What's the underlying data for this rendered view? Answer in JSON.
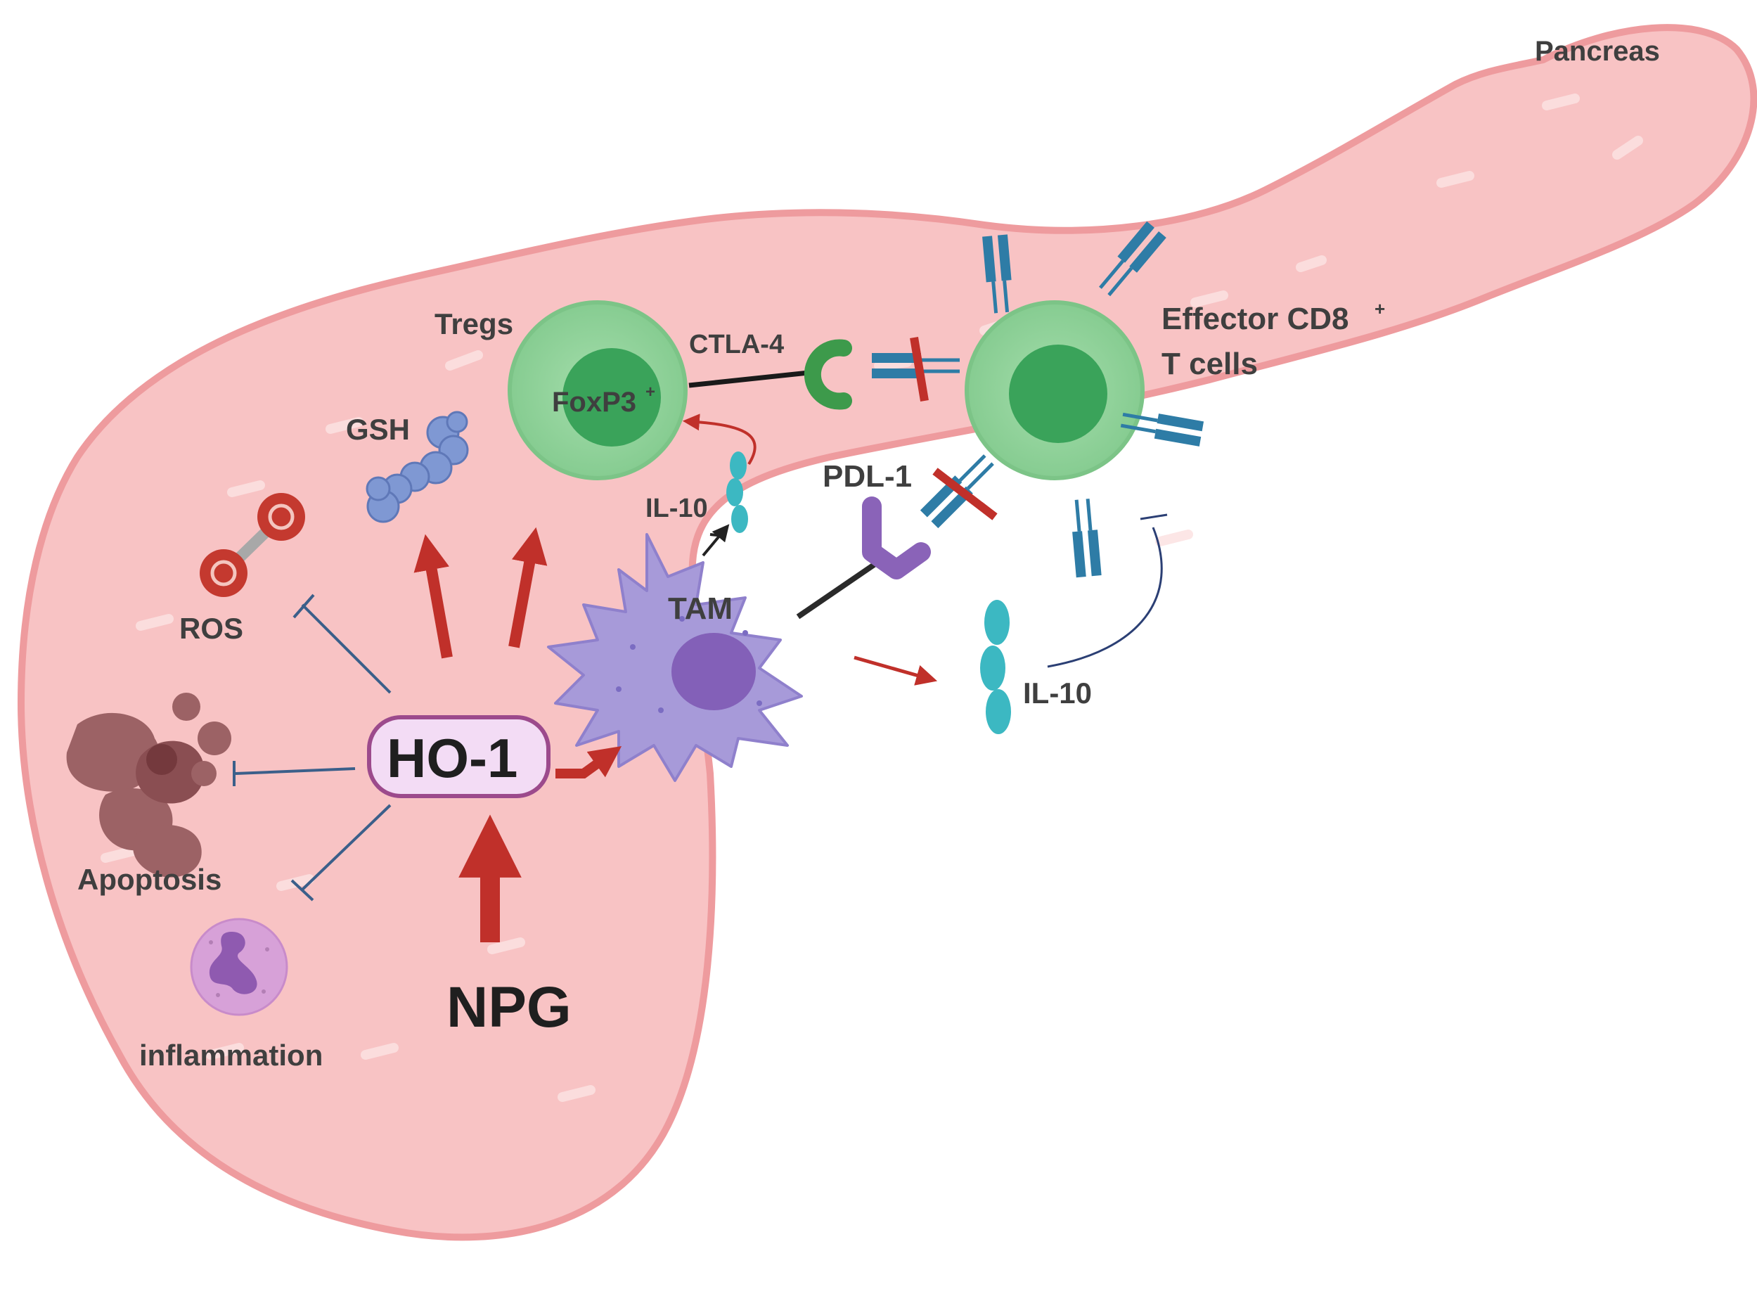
{
  "labels": {
    "pancreas": "Pancreas",
    "tregs": "Tregs",
    "foxp3": "FoxP3",
    "foxp3_sup": "+",
    "ctla4": "CTLA-4",
    "effector_line1": "Effector CD8",
    "effector_sup": "+",
    "effector_line2": "T cells",
    "gsh": "GSH",
    "ros": "ROS",
    "il10_top": "IL-10",
    "pdl1": "PDL-1",
    "tam": "TAM",
    "il10_right": "IL-10",
    "ho1": "HO-1",
    "apoptosis": "Apoptosis",
    "inflammation": "inflammation",
    "npg": "NPG"
  },
  "colors": {
    "pancreas_fill": "#f8c3c4",
    "pancreas_stroke": "#ee9b9e",
    "activation_arrow": "#c0302a",
    "inhibition_line": "#3b5f8a",
    "treg_fill": "#8fd39a",
    "tcell_nucleus": "#3aa35a",
    "tam_fill": "#a79ad9",
    "tam_nucleus": "#8360b8",
    "ho1_fill": "#f3dcf5",
    "ho1_stroke": "#9c4a8c",
    "il10": "#3cb8c2",
    "receptor": "#2e7ca6",
    "pdl1": "#8a63b8",
    "ctla4": "#3d9a4b",
    "ros": "#c4392f",
    "gsh": "#7f98d3",
    "apoptosis": "#9c6265",
    "neutrophil": "#d7a1d8"
  },
  "icons": [
    "ros-molecule-icon",
    "gsh-peptide-icon",
    "apoptotic-cell-icon",
    "neutrophil-icon",
    "treg-cell-icon",
    "tam-cell-icon",
    "cd8-t-cell-icon",
    "ctla4-receptor-icon",
    "pdl1-ligand-icon",
    "il10-cytokine-icon"
  ]
}
